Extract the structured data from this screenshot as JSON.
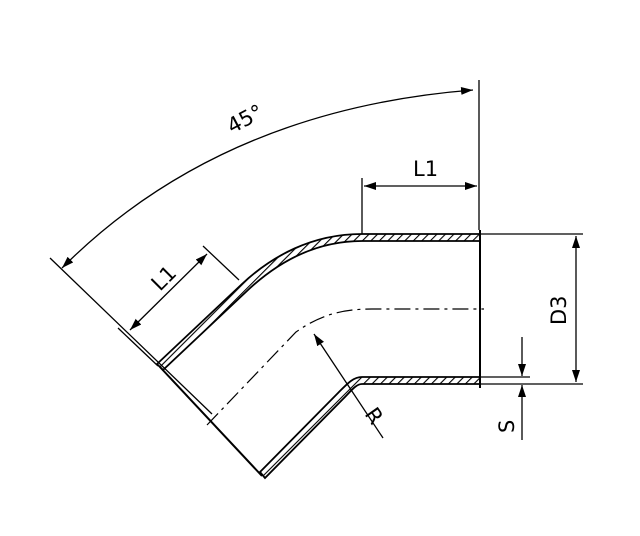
{
  "labels": {
    "angle": "45°",
    "length_top": "L1",
    "length_diagonal": "L1",
    "diameter": "D3",
    "wall": "S",
    "radius": "R"
  }
}
